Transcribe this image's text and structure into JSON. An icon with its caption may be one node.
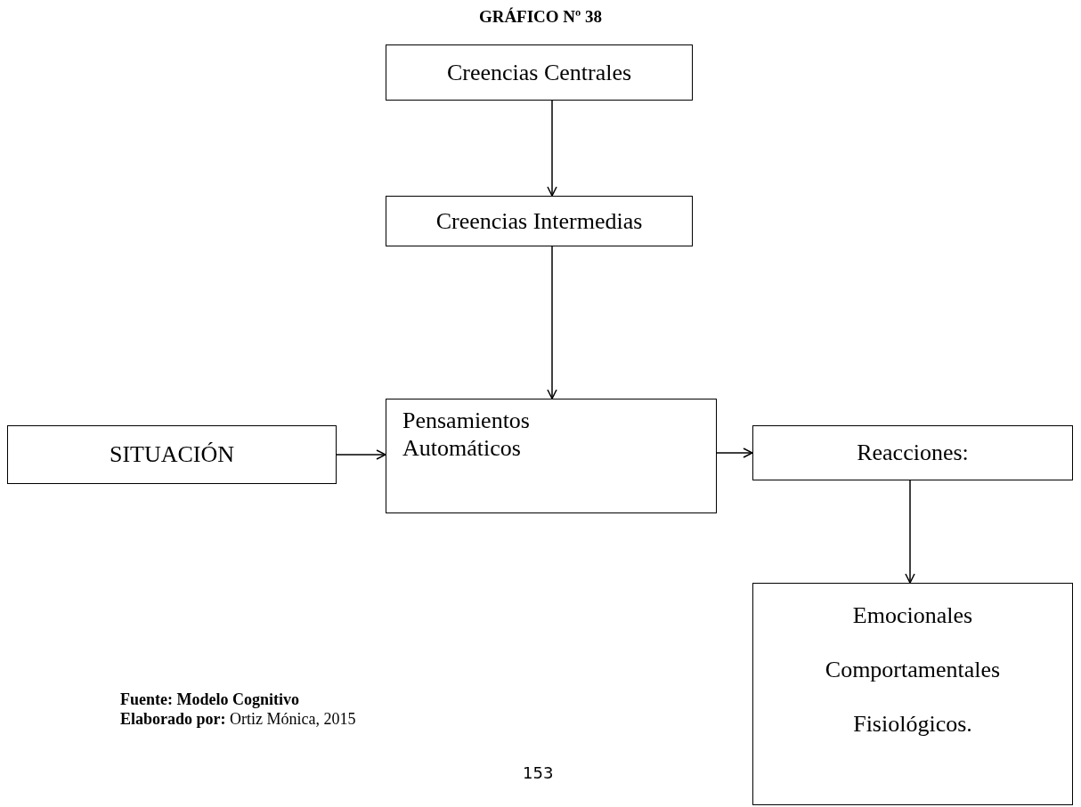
{
  "diagram": {
    "title": "GRÁFICO Nº 38",
    "nodes": [
      {
        "text": [
          "Creencias Centrales"
        ]
      },
      {
        "text": [
          "Creencias Intermedias"
        ]
      },
      {
        "text": [
          "Pensamientos Automáticos"
        ]
      },
      {
        "text": [
          "SITUACIÓN"
        ]
      },
      {
        "text": [
          "Reacciones:"
        ]
      },
      {
        "text": [
          "Emocionales",
          "Comportamentales",
          "Fisiológicos."
        ]
      }
    ],
    "edges": [
      {
        "from": 0,
        "to": 1,
        "arrow": "to"
      },
      {
        "from": 1,
        "to": 2,
        "arrow": "to"
      },
      {
        "from": 3,
        "to": 2,
        "arrow": "to"
      },
      {
        "from": 2,
        "to": 4,
        "arrow": "to"
      },
      {
        "from": 4,
        "to": 5,
        "arrow": "to"
      }
    ],
    "labels": [
      "**Fuente: Modelo Cognitivo**",
      "**Elaborado por:** Ortiz Mónica, 2015",
      "153"
    ]
  }
}
